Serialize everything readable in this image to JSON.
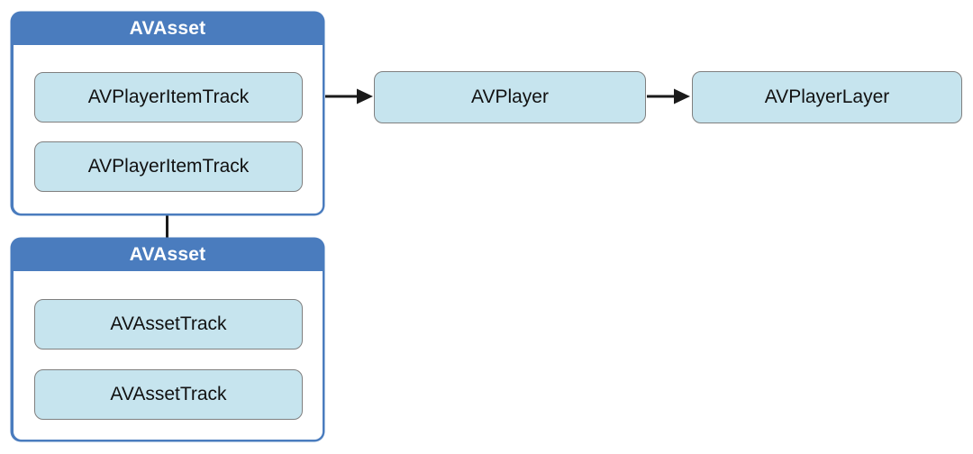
{
  "diagram": {
    "containers": [
      {
        "title": "AVAsset",
        "items": [
          {
            "label": "AVPlayerItemTrack"
          },
          {
            "label": "AVPlayerItemTrack"
          }
        ]
      },
      {
        "title": "AVAsset",
        "items": [
          {
            "label": "AVAssetTrack"
          },
          {
            "label": "AVAssetTrack"
          }
        ]
      }
    ],
    "nodes": [
      {
        "label": "AVPlayer"
      },
      {
        "label": "AVPlayerLayer"
      }
    ],
    "colors": {
      "header_blue": "#4A7CBE",
      "container_border_blue": "#4A7CBE",
      "node_fill_blue": "#C6E4EE",
      "node_border_gray": "#7F7F7F",
      "connector_black": "#1A1A1A",
      "background": "#FFFFFF"
    }
  }
}
